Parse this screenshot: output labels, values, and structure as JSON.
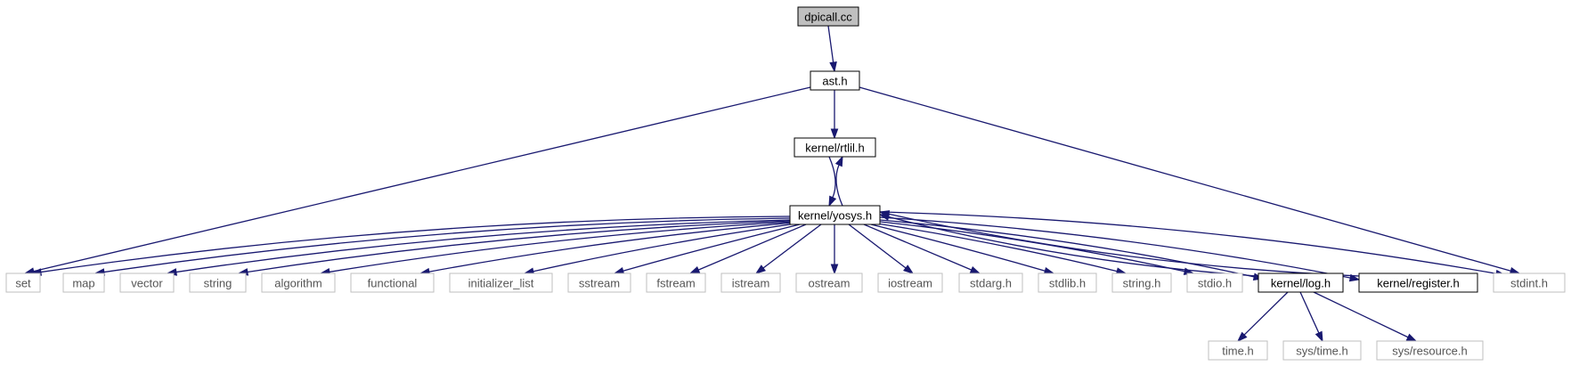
{
  "title": "",
  "colors": {
    "edge": "#191970",
    "root_fill": "#bfbfbf",
    "node_border": "#000000",
    "external_border": "#bfbfbf",
    "external_text": "#555555"
  },
  "nodes": [
    {
      "id": "dpicall",
      "label": "dpicall.cc",
      "kind": "root"
    },
    {
      "id": "ast",
      "label": "ast.h",
      "kind": "normal"
    },
    {
      "id": "rtlil",
      "label": "kernel/rtlil.h",
      "kind": "normal"
    },
    {
      "id": "yosys",
      "label": "kernel/yosys.h",
      "kind": "normal"
    },
    {
      "id": "set",
      "label": "set",
      "kind": "external"
    },
    {
      "id": "map",
      "label": "map",
      "kind": "external"
    },
    {
      "id": "vector",
      "label": "vector",
      "kind": "external"
    },
    {
      "id": "string",
      "label": "string",
      "kind": "external"
    },
    {
      "id": "algorithm",
      "label": "algorithm",
      "kind": "external"
    },
    {
      "id": "functional",
      "label": "functional",
      "kind": "external"
    },
    {
      "id": "initializer_list",
      "label": "initializer_list",
      "kind": "external"
    },
    {
      "id": "sstream",
      "label": "sstream",
      "kind": "external"
    },
    {
      "id": "fstream",
      "label": "fstream",
      "kind": "external"
    },
    {
      "id": "istream",
      "label": "istream",
      "kind": "external"
    },
    {
      "id": "ostream",
      "label": "ostream",
      "kind": "external"
    },
    {
      "id": "iostream",
      "label": "iostream",
      "kind": "external"
    },
    {
      "id": "stdarg",
      "label": "stdarg.h",
      "kind": "external"
    },
    {
      "id": "stdlib",
      "label": "stdlib.h",
      "kind": "external"
    },
    {
      "id": "stringh",
      "label": "string.h",
      "kind": "external"
    },
    {
      "id": "stdio",
      "label": "stdio.h",
      "kind": "external"
    },
    {
      "id": "log",
      "label": "kernel/log.h",
      "kind": "normal"
    },
    {
      "id": "register",
      "label": "kernel/register.h",
      "kind": "normal"
    },
    {
      "id": "stdint",
      "label": "stdint.h",
      "kind": "external"
    },
    {
      "id": "time",
      "label": "time.h",
      "kind": "external"
    },
    {
      "id": "systime",
      "label": "sys/time.h",
      "kind": "external"
    },
    {
      "id": "sysresource",
      "label": "sys/resource.h",
      "kind": "external"
    }
  ],
  "edges": [
    {
      "from": "dpicall",
      "to": "ast"
    },
    {
      "from": "ast",
      "to": "rtlil"
    },
    {
      "from": "ast",
      "to": "set"
    },
    {
      "from": "ast",
      "to": "stdint"
    },
    {
      "from": "rtlil",
      "to": "yosys"
    },
    {
      "from": "yosys",
      "to": "rtlil"
    },
    {
      "from": "yosys",
      "to": "set"
    },
    {
      "from": "yosys",
      "to": "map"
    },
    {
      "from": "yosys",
      "to": "vector"
    },
    {
      "from": "yosys",
      "to": "string"
    },
    {
      "from": "yosys",
      "to": "algorithm"
    },
    {
      "from": "yosys",
      "to": "functional"
    },
    {
      "from": "yosys",
      "to": "initializer_list"
    },
    {
      "from": "yosys",
      "to": "sstream"
    },
    {
      "from": "yosys",
      "to": "fstream"
    },
    {
      "from": "yosys",
      "to": "istream"
    },
    {
      "from": "yosys",
      "to": "ostream"
    },
    {
      "from": "yosys",
      "to": "iostream"
    },
    {
      "from": "yosys",
      "to": "stdarg"
    },
    {
      "from": "yosys",
      "to": "stdlib"
    },
    {
      "from": "yosys",
      "to": "stringh"
    },
    {
      "from": "yosys",
      "to": "stdio"
    },
    {
      "from": "yosys",
      "to": "log"
    },
    {
      "from": "log",
      "to": "yosys"
    },
    {
      "from": "yosys",
      "to": "register"
    },
    {
      "from": "register",
      "to": "yosys"
    },
    {
      "from": "yosys",
      "to": "stdint"
    },
    {
      "from": "log",
      "to": "time"
    },
    {
      "from": "log",
      "to": "systime"
    },
    {
      "from": "log",
      "to": "sysresource"
    }
  ]
}
